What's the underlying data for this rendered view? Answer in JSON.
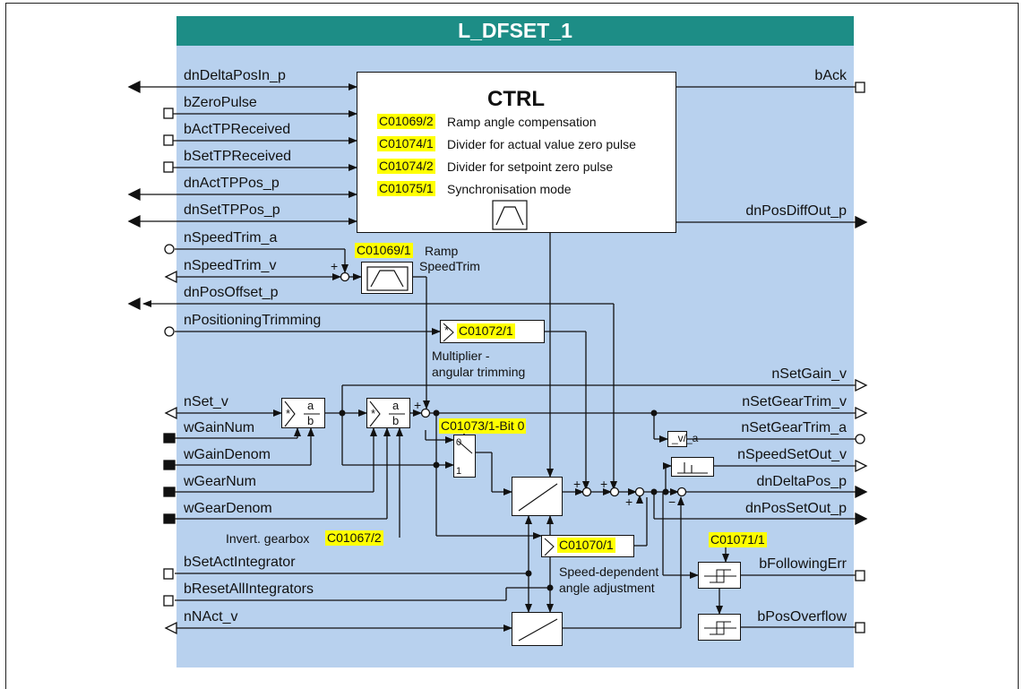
{
  "block_title": "L_DFSET_1",
  "ctrl": {
    "title": "CTRL",
    "params": [
      {
        "code": "C01069/2",
        "desc": "Ramp angle compensation"
      },
      {
        "code": "C01074/1",
        "desc": "Divider for actual value zero pulse"
      },
      {
        "code": "C01074/2",
        "desc": "Divider for setpoint zero pulse"
      },
      {
        "code": "C01075/1",
        "desc": "Synchronisation mode"
      }
    ]
  },
  "inputs": [
    "dnDeltaPosIn_p",
    "bZeroPulse",
    "bActTPReceived",
    "bSetTPReceived",
    "dnActTPPos_p",
    "dnSetTPPos_p",
    "nSpeedTrim_a",
    "nSpeedTrim_v",
    "dnPosOffset_p",
    "nPositioningTrimming",
    "nSet_v",
    "wGainNum",
    "wGainDenom",
    "wGearNum",
    "wGearDenom",
    "bSetActIntegrator",
    "bResetAllIntegrators",
    "nNAct_v"
  ],
  "outputs": [
    "bAck",
    "dnPosDiffOut_p",
    "nSetGain_v",
    "nSetGearTrim_v",
    "nSetGearTrim_a",
    "nSpeedSetOut_v",
    "dnDeltaPos_p",
    "dnPosSetOut_p",
    "bFollowingErr",
    "bPosOverflow"
  ],
  "ramp_speedtrim": {
    "code": "C01069/1",
    "label1": "Ramp",
    "label2": "SpeedTrim"
  },
  "multiplier": {
    "code": "C01072/1",
    "label1": "Multiplier -",
    "label2": "angular trimming"
  },
  "switch": {
    "code": "C01073/1-Bit 0",
    "pos0": "0",
    "pos1": "1"
  },
  "gearbox": {
    "label": "Invert. gearbox",
    "code": "C01067/2"
  },
  "speed_angle": {
    "code": "C01070/1",
    "label1": "Speed-dependent",
    "label2": "angle adjustment"
  },
  "following_err": {
    "code": "C01071/1"
  },
  "divider": {
    "a": "a",
    "b": "b",
    "star": "*"
  },
  "conv_label": "_v/_a"
}
